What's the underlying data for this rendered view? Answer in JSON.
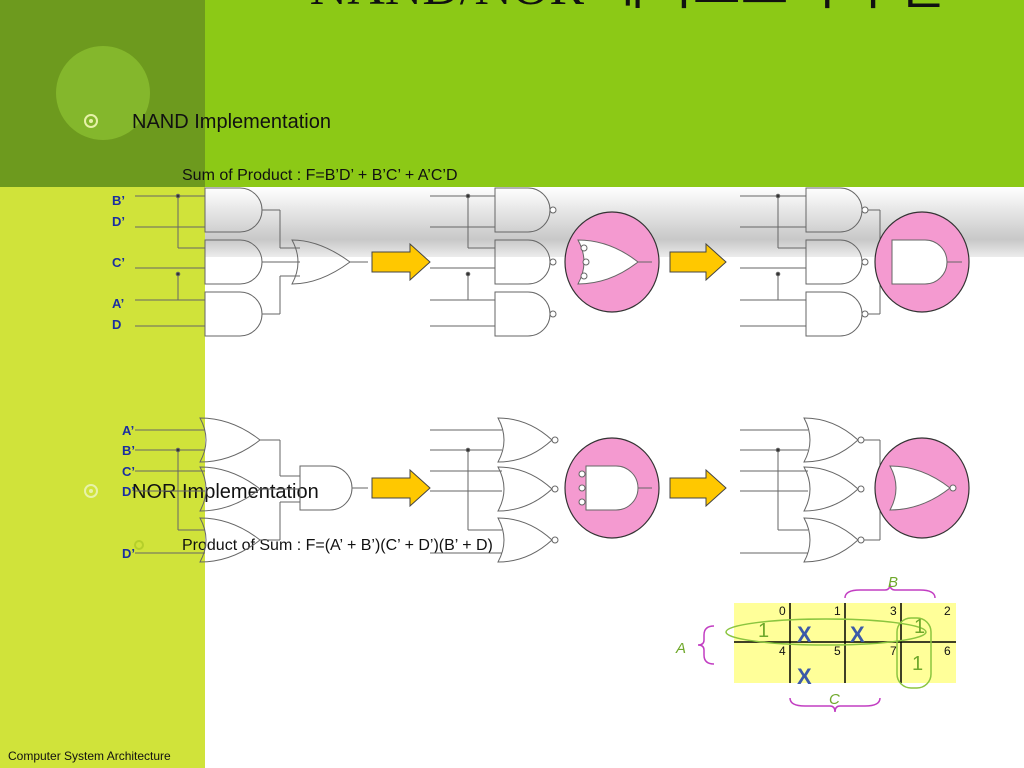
{
  "slide": {
    "title": "NAND/NOR 게이트로의 구현",
    "footer": "Computer System Architecture"
  },
  "nand_section": {
    "heading": "NAND Implementation",
    "equation": "Sum of Product : F=B’D’ + B’C’ + A’C’D",
    "inputs": [
      "B’",
      "D’",
      "C’",
      "A’",
      "D"
    ]
  },
  "nor_section": {
    "heading": "NOR Implementation",
    "equation": "Product of Sum : F=(A’ + B’)(C’ + D’)(B’ + D)",
    "inputs": [
      "A’",
      "B’",
      "C’",
      "D’",
      "D’"
    ]
  },
  "kmap": {
    "row_label": "A",
    "top_label": "B",
    "bottom_label": "C",
    "cell_numbers": [
      "0",
      "1",
      "3",
      "2",
      "4",
      "5",
      "7",
      "6"
    ],
    "marks": [
      "1",
      "X",
      "X",
      "1",
      "X",
      "1"
    ]
  },
  "colors": {
    "green": "#8cc916",
    "dark_green": "#6d9a1e",
    "lime": "#d0e33a",
    "pink_highlight": "#f49ad0",
    "arrow": "#ffc800",
    "kmap_fill": "#ffff99",
    "var_label": "#1a2ea0",
    "kmap_loop": "#8bc53f",
    "brace": "#c23ec2"
  }
}
